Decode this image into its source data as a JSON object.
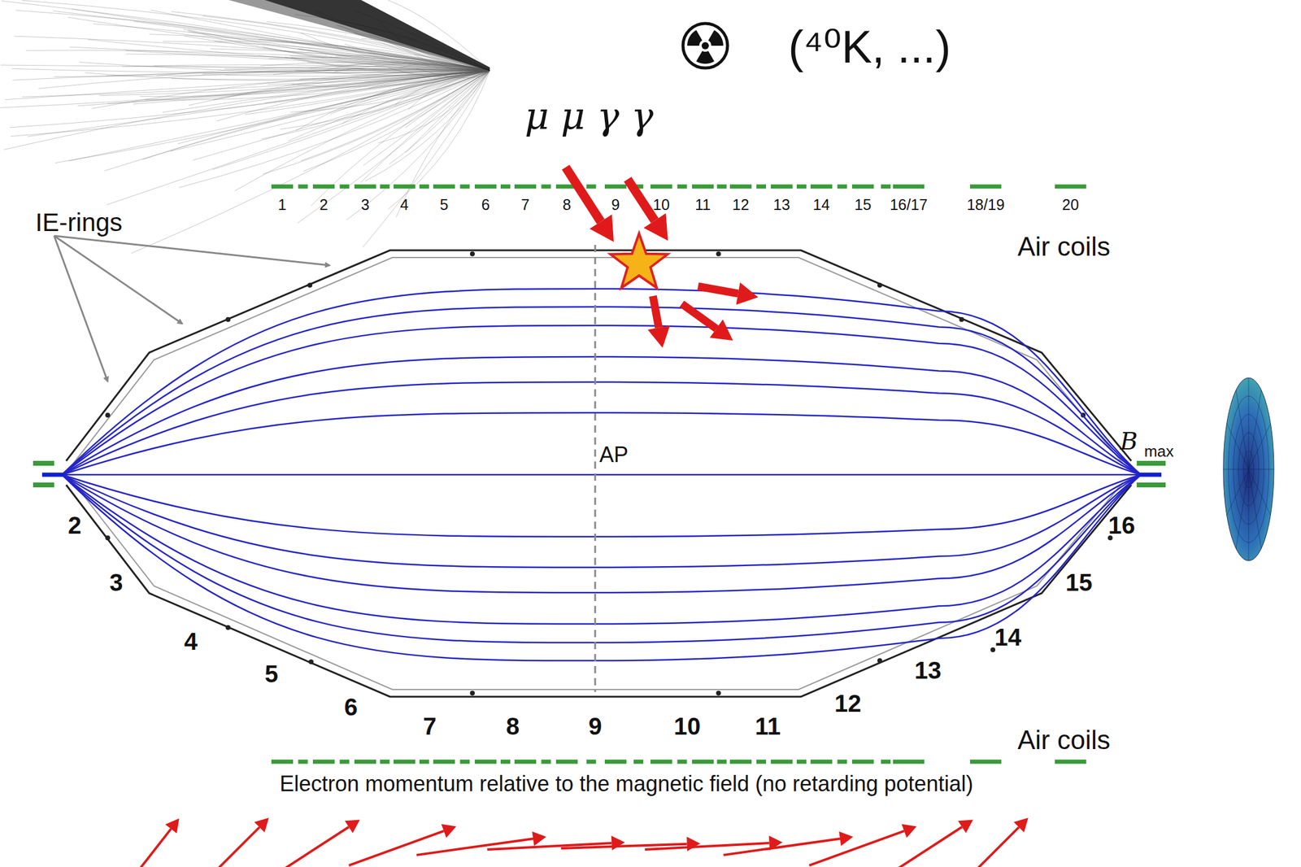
{
  "diagram": {
    "caption": "Electron momentum relative to the magnetic field (no retarding potential)",
    "labels": [
      "(⁴⁰K, ...)",
      "μ μ γ γ",
      "1",
      "2",
      "3",
      "4",
      "5",
      "6",
      "7",
      "8",
      "9",
      "10",
      "11",
      "12",
      "13",
      "14",
      "15",
      "16/17",
      "18/19",
      "20",
      "IE-rings",
      "Air coils",
      "AP",
      "B",
      "max",
      "2",
      "3",
      "4",
      "5",
      "6",
      "7",
      "8",
      "9",
      "10",
      "11",
      "12",
      "16",
      "15",
      "14",
      "13",
      "Air coils"
    ]
  }
}
